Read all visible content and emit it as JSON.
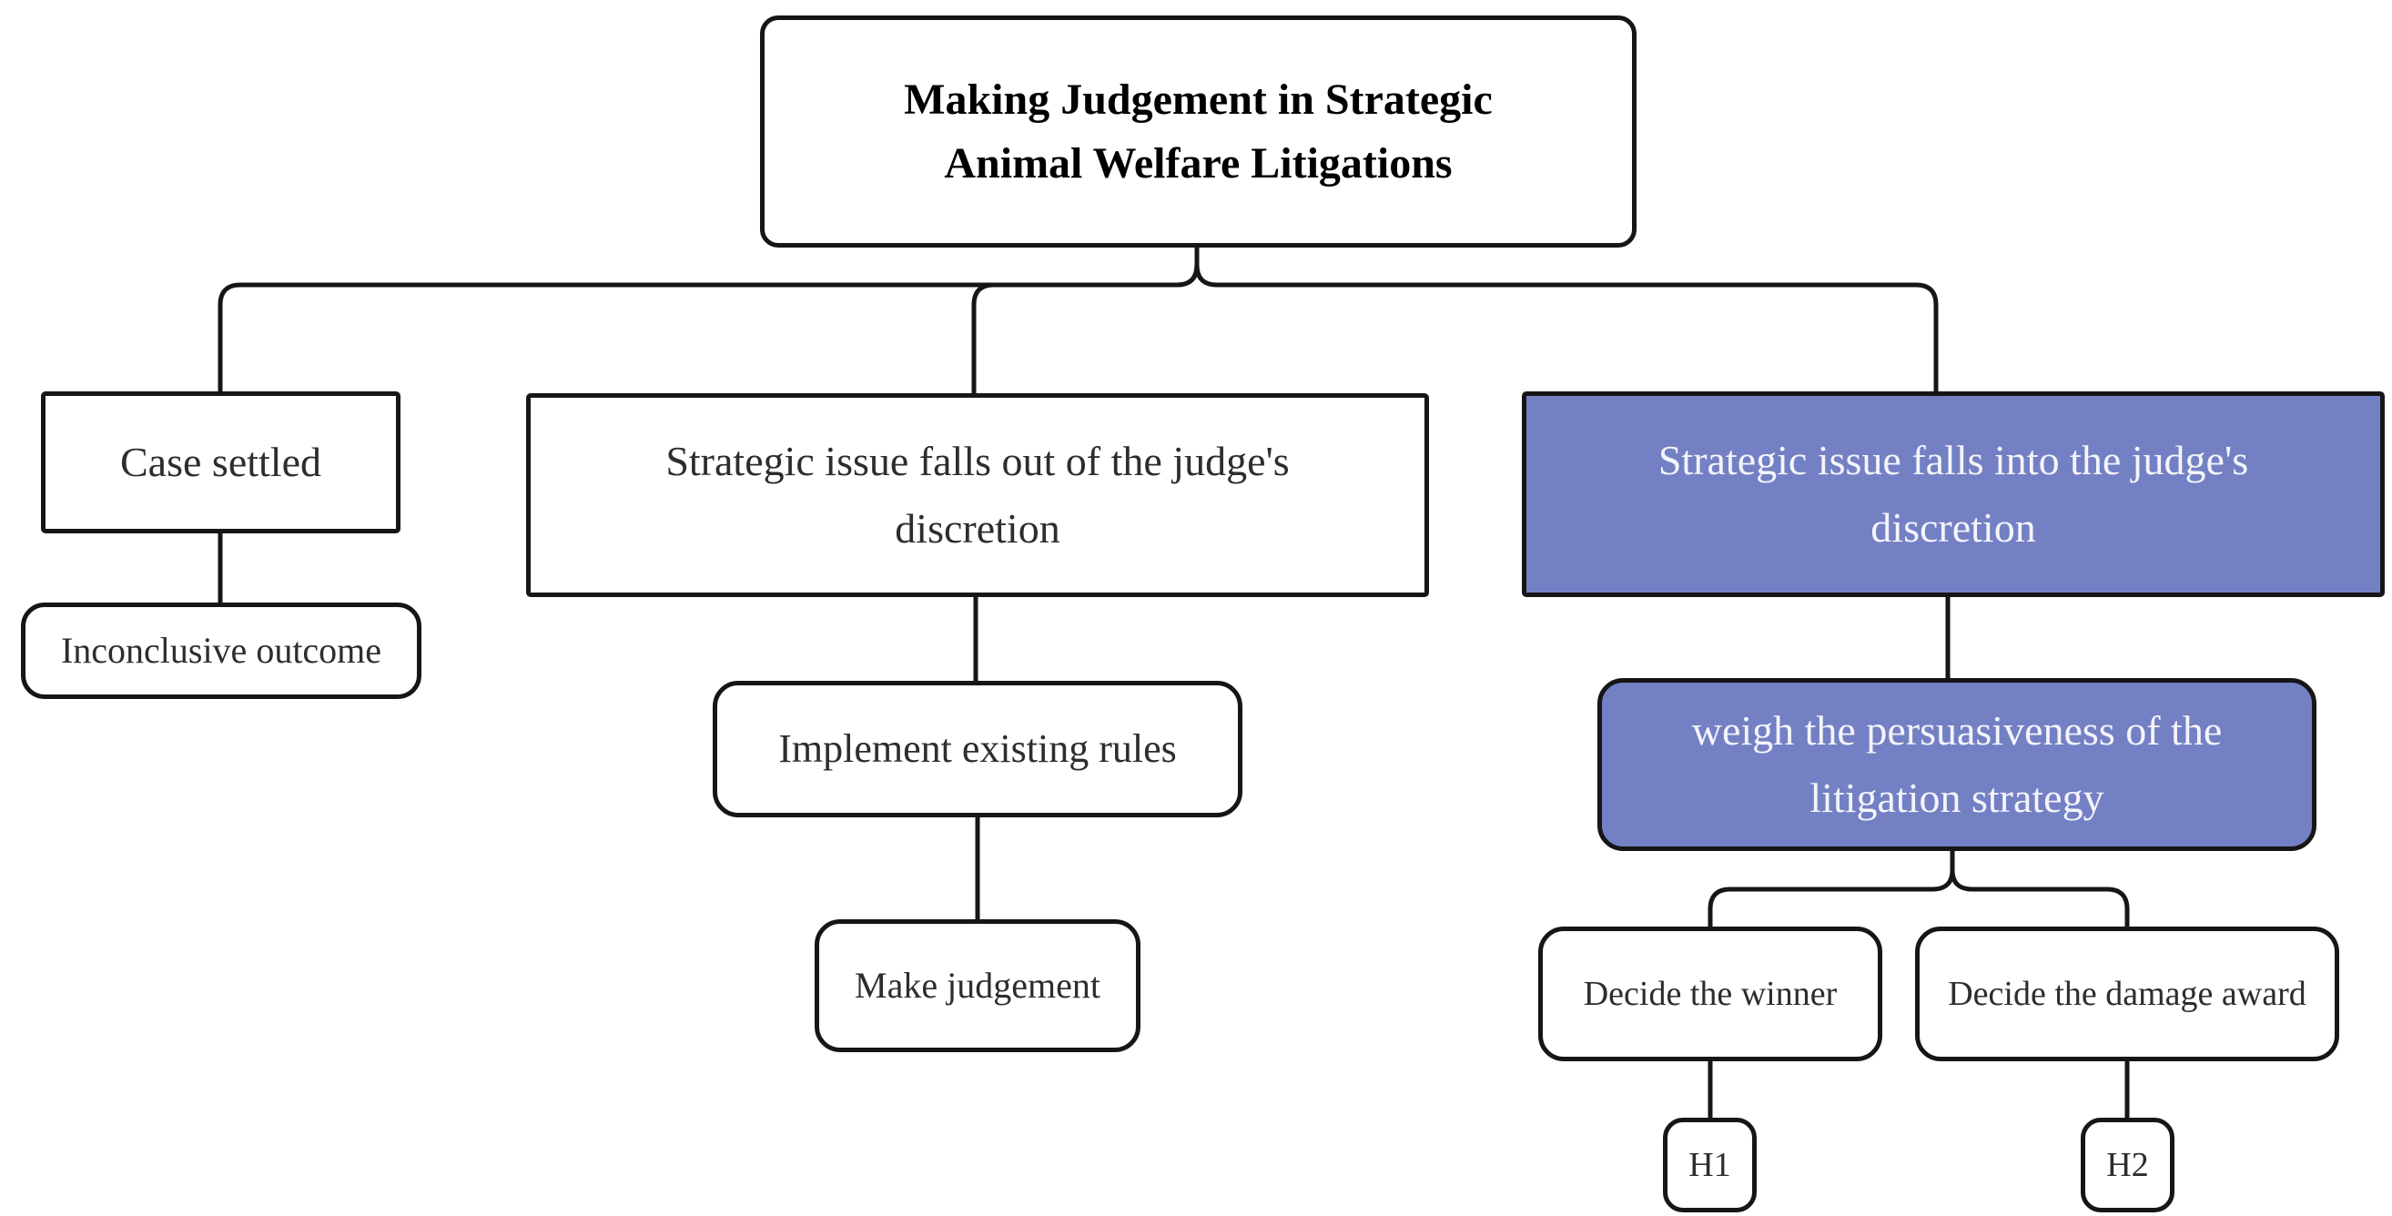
{
  "diagram": {
    "title": "Making Judgement in Strategic Animal Welfare Litigations",
    "colors": {
      "background": "#ffffff",
      "line": "#161616",
      "box_text": "#2d2d2d",
      "highlight_fill": "#7480C4",
      "highlight_text": "#f4f4fa"
    },
    "nodes": {
      "root": {
        "label": "Making Judgement in Strategic Animal Welfare Litigations",
        "lines": [
          "Making Judgement in Strategic",
          "Animal Welfare Litigations"
        ],
        "highlighted": false
      },
      "case_settled": {
        "label": "Case settled",
        "highlighted": false
      },
      "inconclusive": {
        "label": "Inconclusive outcome",
        "highlighted": false
      },
      "out_discretion": {
        "label": "Strategic issue falls out of the judge's discretion",
        "lines": [
          "Strategic issue falls out of the judge's",
          "discretion"
        ],
        "highlighted": false
      },
      "implement": {
        "label": "Implement existing rules",
        "highlighted": false
      },
      "make_judgement": {
        "label": "Make judgement",
        "highlighted": false
      },
      "into_discretion": {
        "label": "Strategic issue falls into the judge's discretion",
        "lines": [
          "Strategic issue falls into the judge's",
          "discretion"
        ],
        "highlighted": true
      },
      "weigh": {
        "label": "weigh the persuasiveness of the litigation strategy",
        "lines": [
          "weigh the persuasiveness of the",
          "litigation strategy"
        ],
        "highlighted": true
      },
      "decide_winner": {
        "label": "Decide the winner",
        "highlighted": false
      },
      "decide_damage": {
        "label": "Decide the damage award",
        "highlighted": false
      },
      "h1": {
        "label": "H1",
        "highlighted": false
      },
      "h2": {
        "label": "H2",
        "highlighted": false
      }
    },
    "edges": [
      {
        "from": "root",
        "to": "case_settled"
      },
      {
        "from": "root",
        "to": "out_discretion"
      },
      {
        "from": "root",
        "to": "into_discretion"
      },
      {
        "from": "case_settled",
        "to": "inconclusive"
      },
      {
        "from": "out_discretion",
        "to": "implement"
      },
      {
        "from": "implement",
        "to": "make_judgement"
      },
      {
        "from": "into_discretion",
        "to": "weigh"
      },
      {
        "from": "weigh",
        "to": "decide_winner"
      },
      {
        "from": "weigh",
        "to": "decide_damage"
      },
      {
        "from": "decide_winner",
        "to": "h1"
      },
      {
        "from": "decide_damage",
        "to": "h2"
      }
    ]
  }
}
